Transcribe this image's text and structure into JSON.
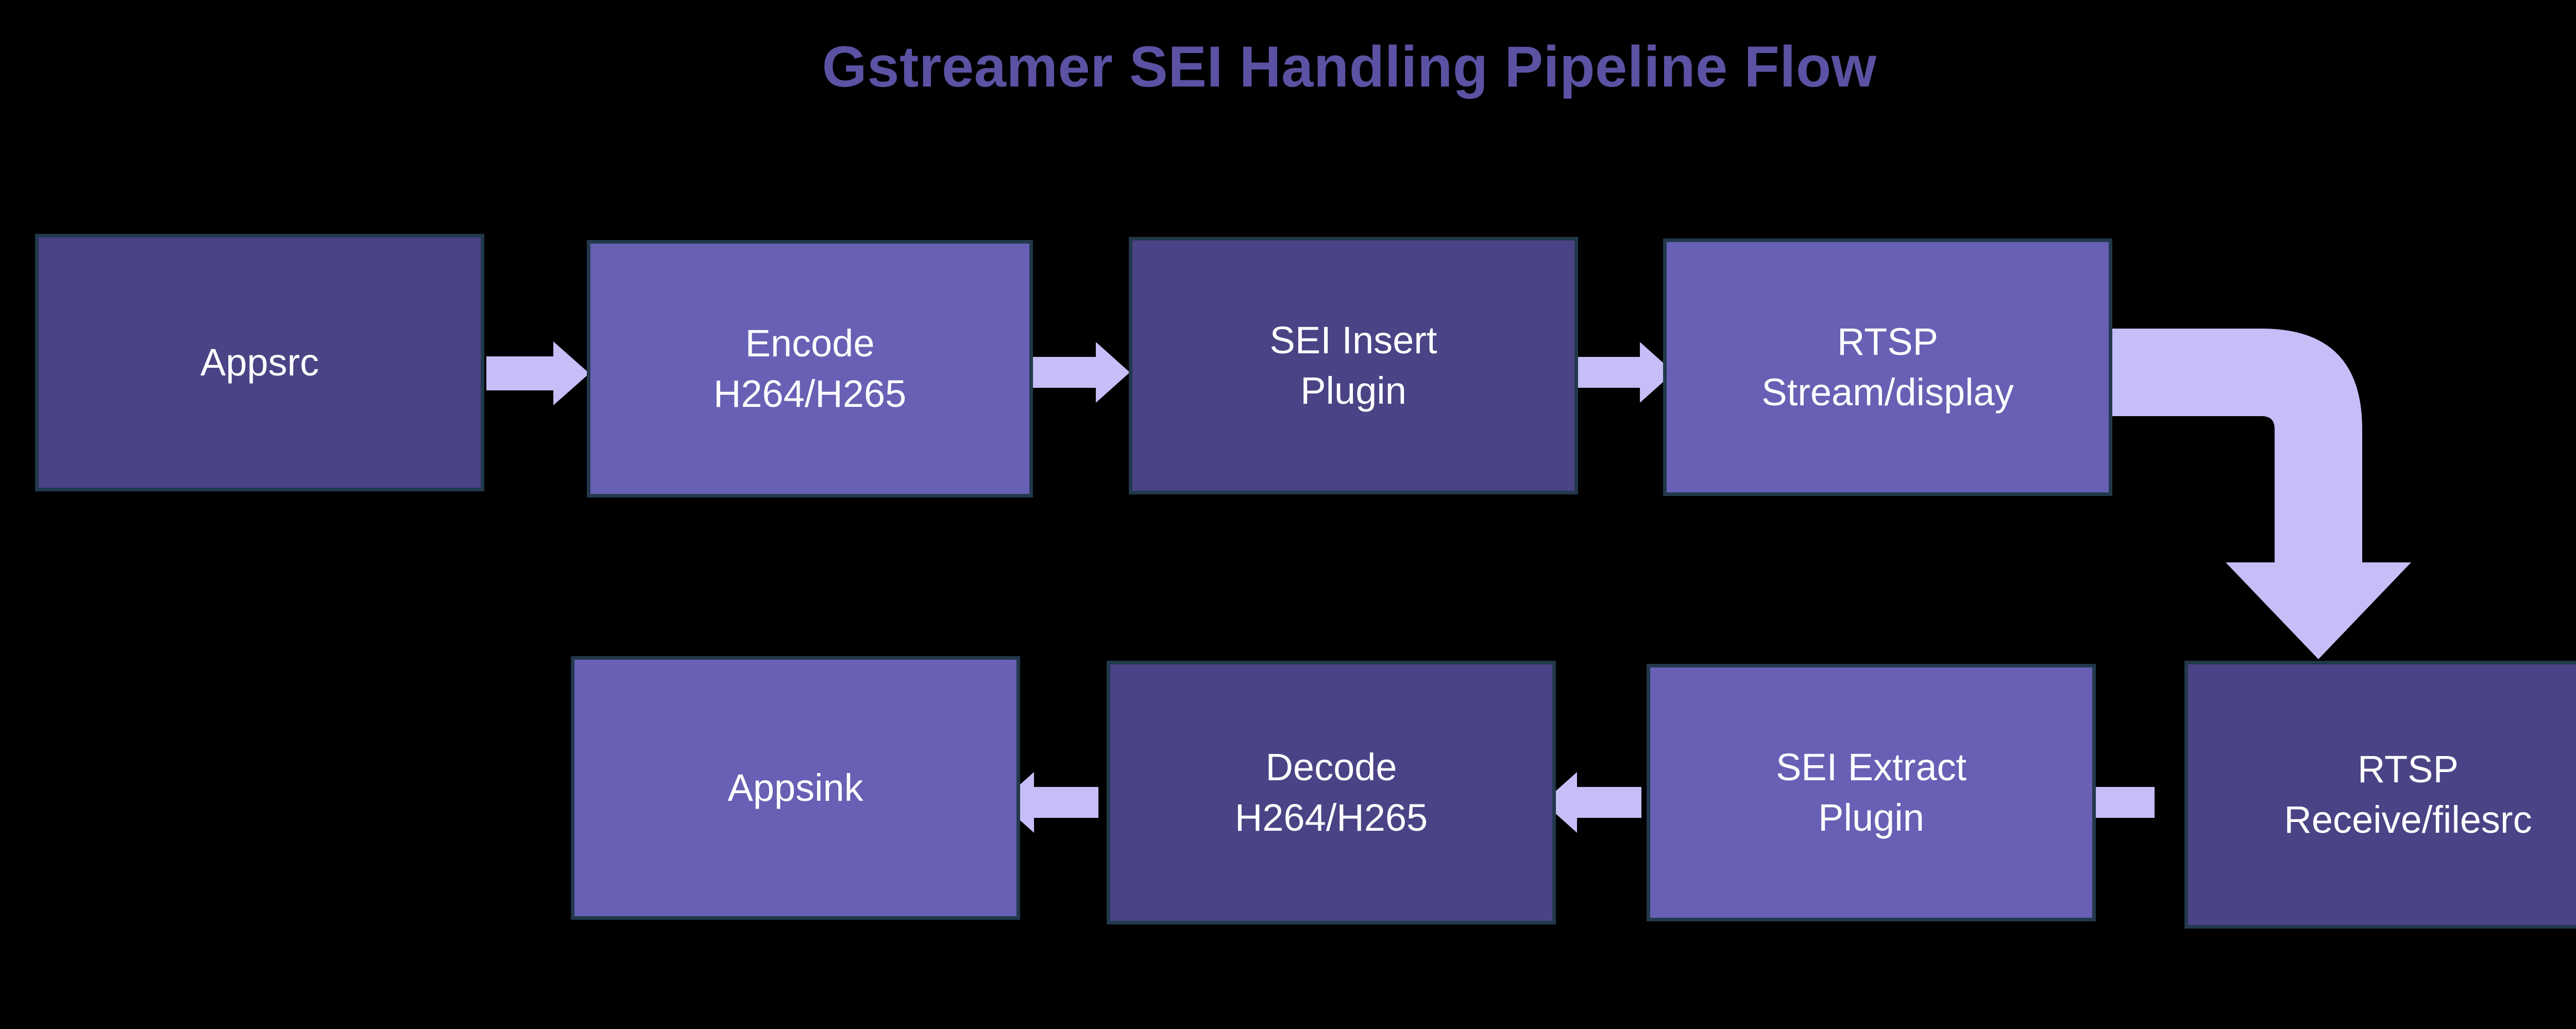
{
  "diagram": {
    "title": "Gstreamer SEI Handling Pipeline Flow",
    "background_color": "#000000",
    "title_color": "#5B52A3",
    "node_border_color": "#22394C",
    "node_text_color": "#FFFFFF",
    "arrow_color": "#C5BEF7",
    "palette": {
      "dark_purple": "#4A4385",
      "light_purple": "#6860B4"
    },
    "nodes": [
      {
        "id": "appsrc",
        "lines": [
          "Appsrc"
        ],
        "fill": "#4A4385",
        "row": "top"
      },
      {
        "id": "encode",
        "lines": [
          "Encode",
          "H264/H265"
        ],
        "fill": "#6860B4",
        "row": "top"
      },
      {
        "id": "sei-insert",
        "lines": [
          "SEI Insert",
          "Plugin"
        ],
        "fill": "#4A4385",
        "row": "top"
      },
      {
        "id": "rtsp-stream",
        "lines": [
          "RTSP",
          "Stream/display"
        ],
        "fill": "#6860B4",
        "row": "top"
      },
      {
        "id": "rtsp-receive",
        "lines": [
          "RTSP",
          "Receive/filesrc"
        ],
        "fill": "#4A4385",
        "row": "bottom"
      },
      {
        "id": "sei-extract",
        "lines": [
          "SEI Extract",
          "Plugin"
        ],
        "fill": "#6860B4",
        "row": "bottom"
      },
      {
        "id": "decode",
        "lines": [
          "Decode",
          "H264/H265"
        ],
        "fill": "#4A4385",
        "row": "bottom"
      },
      {
        "id": "appsink",
        "lines": [
          "Appsink"
        ],
        "fill": "#6860B4",
        "row": "bottom"
      }
    ],
    "connectors": [
      {
        "id": "appsrc-to-encode",
        "from": "appsrc",
        "to": "encode",
        "direction": "right"
      },
      {
        "id": "encode-to-sei-insert",
        "from": "encode",
        "to": "sei-insert",
        "direction": "right"
      },
      {
        "id": "sei-insert-to-rtsp",
        "from": "sei-insert",
        "to": "rtsp-stream",
        "direction": "right"
      },
      {
        "id": "rtsp-stream-to-receive",
        "from": "rtsp-stream",
        "to": "rtsp-receive",
        "direction": "elbow-down"
      },
      {
        "id": "receive-to-sei-extract",
        "from": "rtsp-receive",
        "to": "sei-extract",
        "direction": "left"
      },
      {
        "id": "sei-extract-to-decode",
        "from": "sei-extract",
        "to": "decode",
        "direction": "left"
      },
      {
        "id": "decode-to-appsink",
        "from": "decode",
        "to": "appsink",
        "direction": "left"
      }
    ]
  }
}
